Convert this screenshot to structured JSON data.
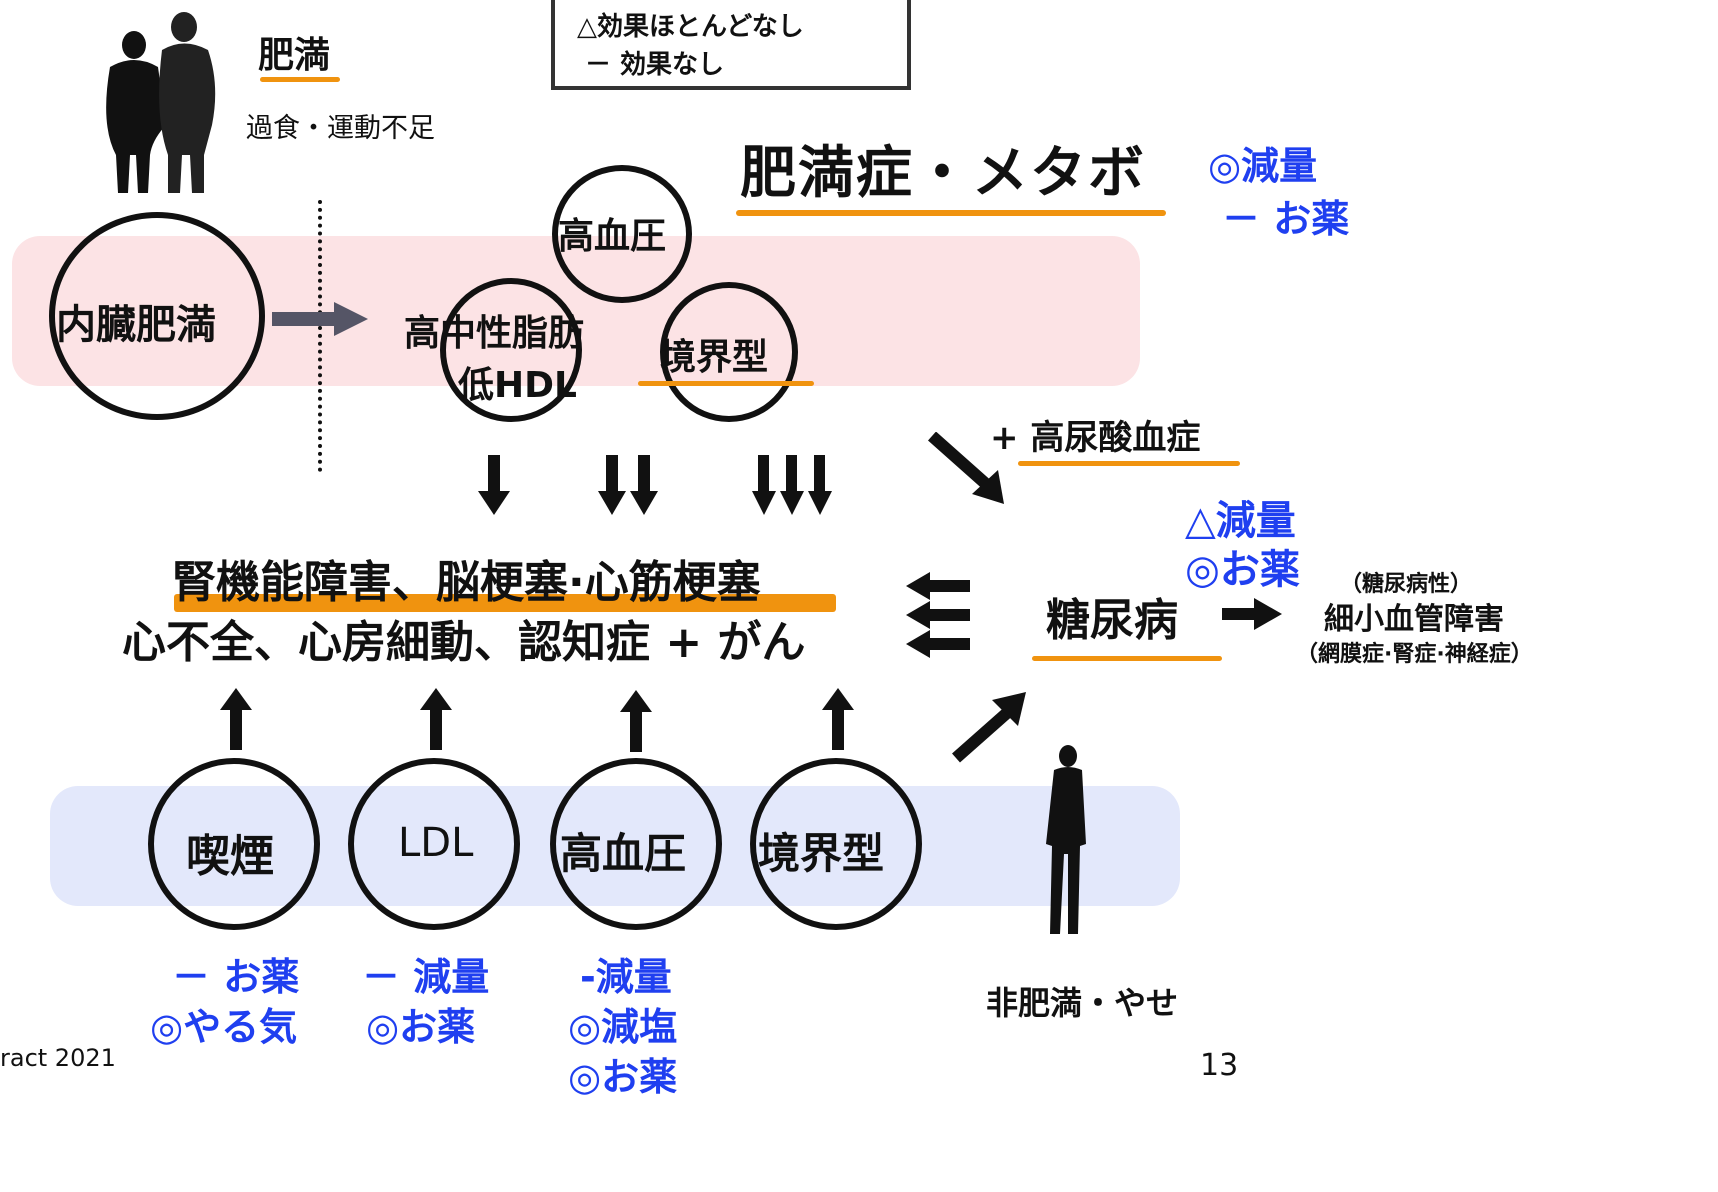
{
  "legend": {
    "line1": "△効果ほとんどなし",
    "line2": "－ 効果なし"
  },
  "top_left": {
    "title": "肥満",
    "subtitle": "過食・運動不足"
  },
  "obesity_syndrome": {
    "title": "肥満症・メタボ",
    "note1": "◎減量",
    "note2": "－ お薬"
  },
  "upper_circles": {
    "visceral": "内臓肥満",
    "hypertension": "高血圧",
    "lipid_line1": "高中性脂肪",
    "lipid_line2": "低HDL",
    "borderline": "境界型"
  },
  "hyperuricemia": "+ 高尿酸血症",
  "diabetes_notes": {
    "note1": "△減量",
    "note2": "◎お薬"
  },
  "outcomes": {
    "line1": "腎機能障害、脳梗塞·心筋梗塞",
    "line2": "心不全、心房細動、認知症 + がん"
  },
  "diabetes": "糖尿病",
  "microvascular": {
    "line1": "（糖尿病性）",
    "line2": "細小血管障害",
    "line3": "（網膜症·腎症·神経症）"
  },
  "lower_circles": {
    "smoking": "喫煙",
    "ldl": "LDL",
    "hypertension": "高血圧",
    "borderline": "境界型"
  },
  "lower_notes": {
    "smoking": [
      "－ お薬",
      "◎やる気"
    ],
    "ldl": [
      "－ 減量",
      "◎お薬"
    ],
    "hypertension": [
      "-減量",
      "◎減塩",
      "◎お薬"
    ]
  },
  "non_obese": "非肥満・やせ",
  "footer": {
    "left": "ract 2021",
    "page": "13"
  },
  "colors": {
    "accent": "#f0930f",
    "blue_text": "#1f3ff0",
    "pink_band": "#fce3e5",
    "blue_band": "#e3e8fb"
  }
}
